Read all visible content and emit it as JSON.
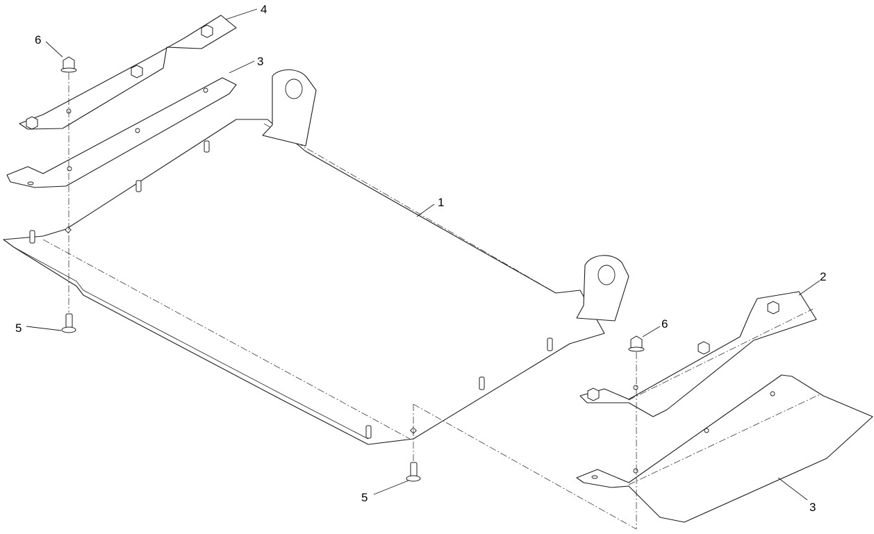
{
  "callouts": {
    "c1": "1",
    "c2": "2",
    "c3_top": "3",
    "c3_bottom": "3",
    "c4": "4",
    "c5_left": "5",
    "c5_right": "5",
    "c6_left": "6",
    "c6_right": "6"
  },
  "colors": {
    "line": "#1a1a1a",
    "background": "#ffffff"
  }
}
